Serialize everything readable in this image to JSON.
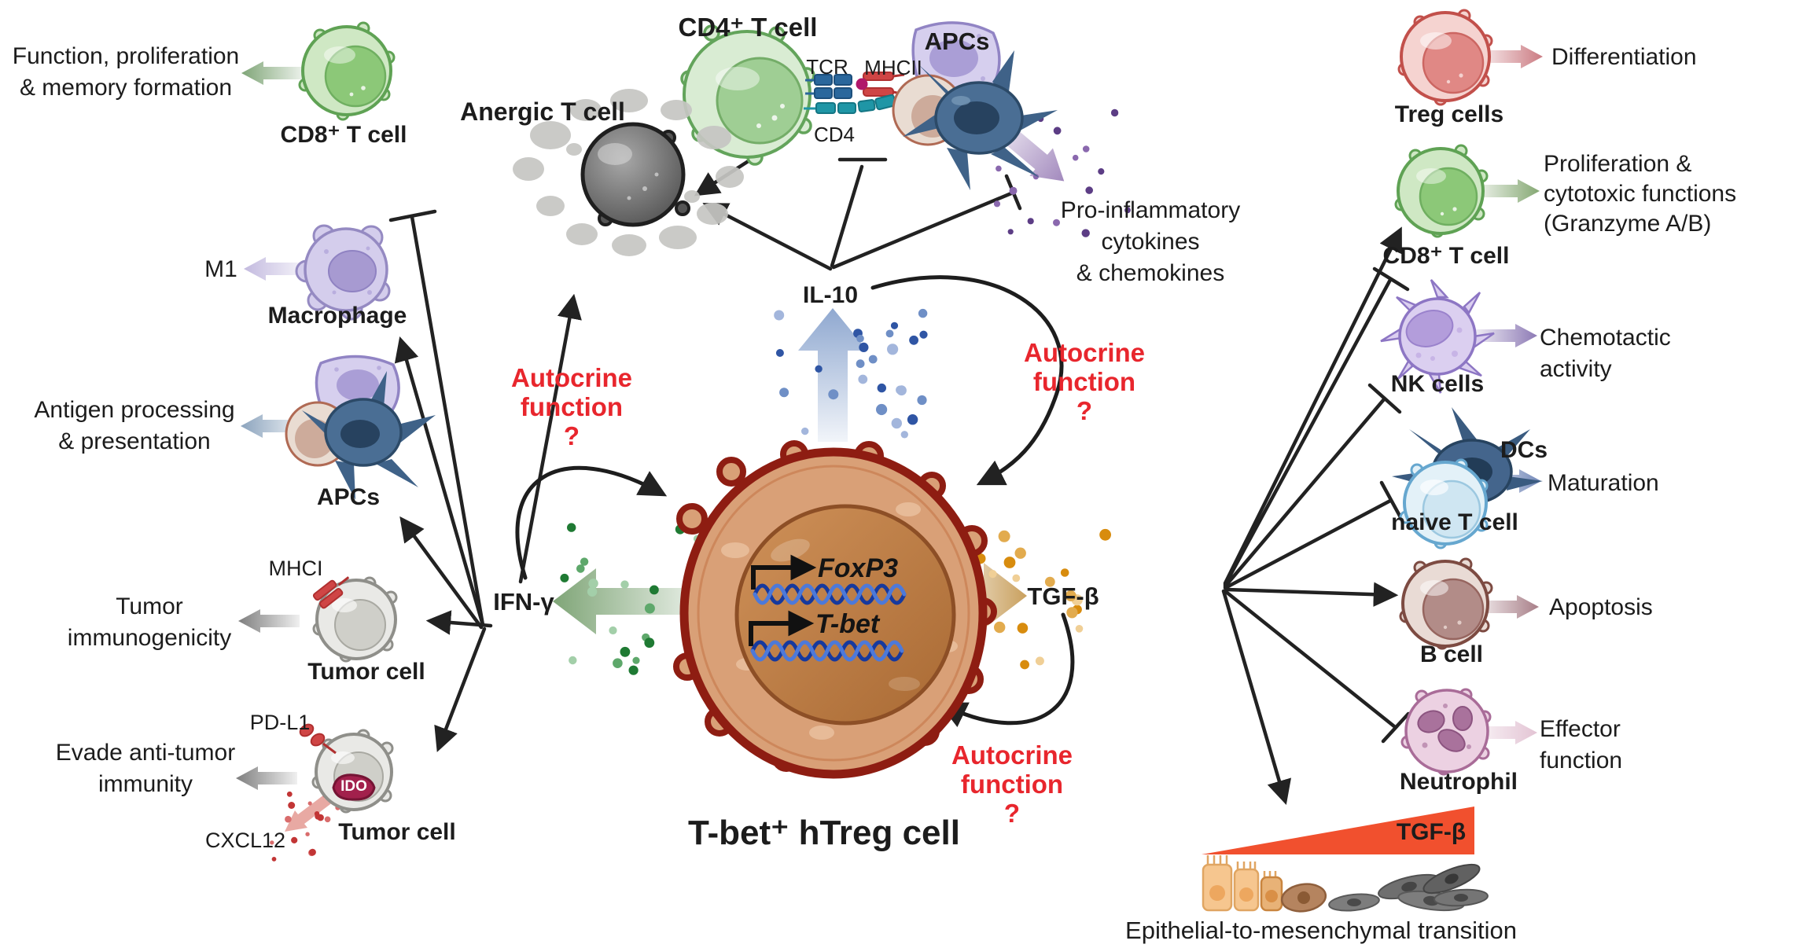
{
  "colors": {
    "autocrine_red": "#e8262d",
    "membrane_red": "#8e1d12",
    "il10_blue": "#3f62a8",
    "ifng_green": "#2e7d3c",
    "tgfb_gold": "#d88c0e",
    "emt_wedge_red": "#f1502e"
  },
  "center": {
    "treg_title": "T-bet⁺ hTreg cell",
    "gene_foxp3": "FoxP3",
    "gene_tbet": "T-bet",
    "il10": "IL-10",
    "ifng": "IFN-γ",
    "tgfb": "TGF-β",
    "autocrine_left": "Autocrine\nfunction\n?",
    "autocrine_top_right": "Autocrine\nfunction\n?",
    "autocrine_bottom_right": "Autocrine\nfunction\n?"
  },
  "top": {
    "cd4_t_cell": "CD4⁺ T cell",
    "anergic_t_cell": "Anergic T cell",
    "tcr": "TCR",
    "mhcii": "MHCII",
    "cd4": "CD4",
    "apcs": "APCs",
    "pro_inflammatory": "Pro-inflammatory\ncytokines\n& chemokines"
  },
  "left": {
    "cd8_effect": "Function, proliferation\n& memory formation",
    "cd8_label": "CD8⁺ T cell",
    "m1": "M1",
    "macrophage": "Macrophage",
    "apc_effect": "Antigen processing\n& presentation",
    "apcs": "APCs",
    "mhci": "MHCI",
    "tumor_effect": "Tumor\nimmunogenicity",
    "tumor1_label": "Tumor cell",
    "pdl1": "PD-L1",
    "evade_effect": "Evade anti-tumor\nimmunity",
    "ido": "IDO",
    "cxcl12": "CXCL12",
    "tumor2_label": "Tumor cell"
  },
  "right": {
    "treg_label": "Treg cells",
    "treg_effect": "Differentiation",
    "cd8_label": "CD8⁺ T cell",
    "cd8_effect": "Proliferation &\ncytotoxic functions\n(Granzyme A/B)",
    "nk_label": "NK cells",
    "nk_effect": "Chemotactic\nactivity",
    "dcs_label": "DCs",
    "dc_effect": "Maturation",
    "naive_label": "naive T cell",
    "bcell_label": "B cell",
    "bcell_effect": "Apoptosis",
    "neutrophil_label": "Neutrophil",
    "neutrophil_effect": "Effector\nfunction",
    "tgfb_wedge": "TGF-β",
    "emt": "Epithelial-to-mesenchymal transition"
  }
}
